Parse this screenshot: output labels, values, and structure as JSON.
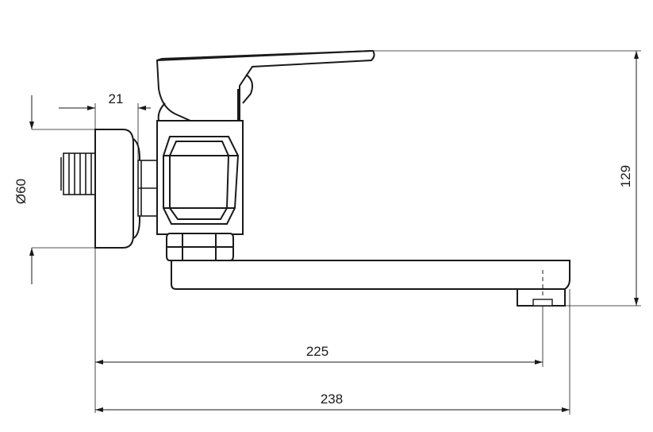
{
  "dimensions": {
    "diameter": "Ø60",
    "flange_offset": "21",
    "height": "129",
    "spout_reach": "225",
    "overall_length": "238"
  },
  "colors": {
    "line": "#1a1a1a",
    "background": "#ffffff"
  }
}
